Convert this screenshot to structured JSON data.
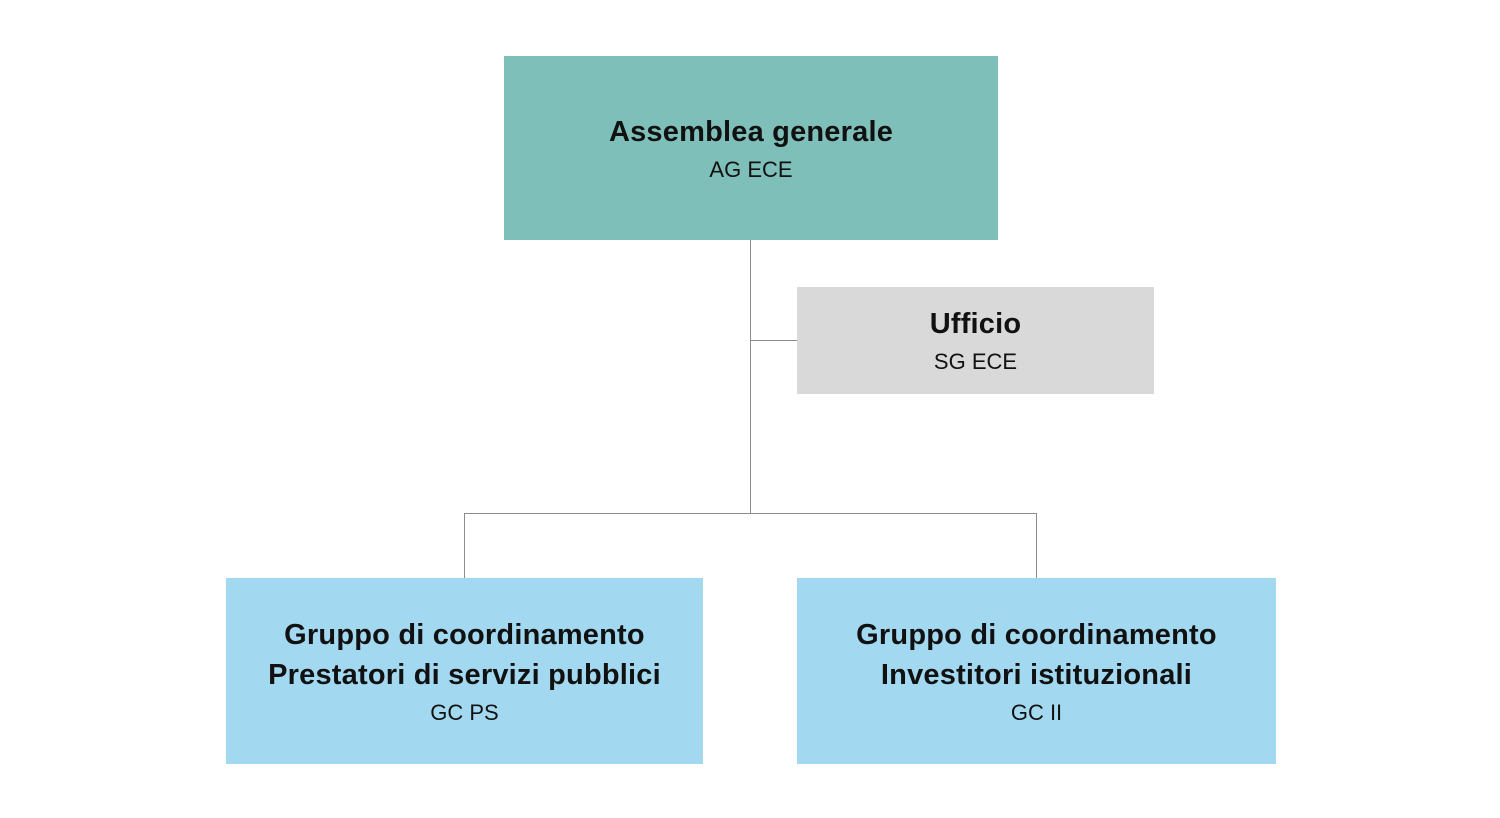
{
  "diagram": {
    "type": "org-chart",
    "nodes": {
      "assemblea": {
        "title": "Assemblea generale",
        "code": "AG ECE"
      },
      "ufficio": {
        "title": "Ufficio",
        "code": "SG ECE"
      },
      "gc_ps": {
        "title": "Gruppo di coordinamento\nPrestatori di servizi pubblici",
        "code": "GC PS"
      },
      "gc_ii": {
        "title": "Gruppo di coordinamento\nInvestitori istituzionali",
        "code": "GC II"
      }
    },
    "edges": [
      {
        "from": "assemblea",
        "to": "ufficio"
      },
      {
        "from": "assemblea",
        "to": "gc_ps"
      },
      {
        "from": "assemblea",
        "to": "gc_ii"
      }
    ],
    "colors": {
      "assemblea_bg": "#7FBFB9",
      "ufficio_bg": "#D9D9D9",
      "group_bg": "#A3D9F0",
      "connector": "#8C8C8C",
      "text": "#111111",
      "background": "#FFFFFF"
    }
  }
}
